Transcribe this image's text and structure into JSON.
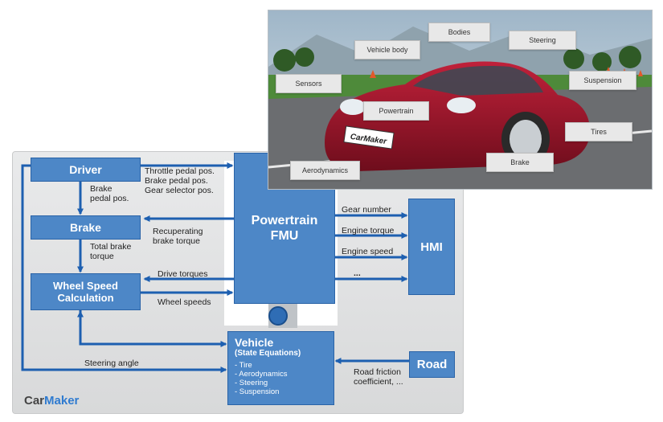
{
  "blocks": {
    "driver": "Driver",
    "brake": "Brake",
    "wheel_speed": [
      "Wheel Speed",
      "Calculation"
    ],
    "powertrain": [
      "Powertrain",
      "FMU"
    ],
    "hmi": "HMI",
    "road": "Road",
    "vehicle_title": "Vehicle",
    "vehicle_subtitle": "(State Equations)",
    "vehicle_items": [
      "- Tire",
      "- Aerodynamics",
      "- Steering",
      "- Suspension"
    ]
  },
  "signals": {
    "driver_out": [
      "Throttle pedal pos.",
      "Brake pedal pos.",
      "Gear selector pos."
    ],
    "brake_pedal": [
      "Brake",
      "pedal pos."
    ],
    "recuperating": [
      "Recuperating",
      "brake torque"
    ],
    "total_brake": [
      "Total brake",
      "torque"
    ],
    "drive_torques": "Drive torques",
    "wheel_speeds": "Wheel speeds",
    "gear_number": "Gear number",
    "engine_torque": "Engine torque",
    "engine_speed": "Engine speed",
    "ellipsis": "...",
    "steering_angle": "Steering angle",
    "road_friction": [
      "Road friction",
      "coefficient, ..."
    ]
  },
  "brand": {
    "prefix": "Car",
    "suffix": "Maker"
  },
  "photo": {
    "license_plate": "CarMaker",
    "callouts": [
      "Bodies",
      "Vehicle body",
      "Steering",
      "Sensors",
      "Suspension",
      "Powertrain",
      "Tires",
      "Aerodynamics",
      "Brake"
    ]
  },
  "colors": {
    "block": "#4d87c7",
    "arrow": "#1d5fb0",
    "panel": "#e2e3e4"
  }
}
